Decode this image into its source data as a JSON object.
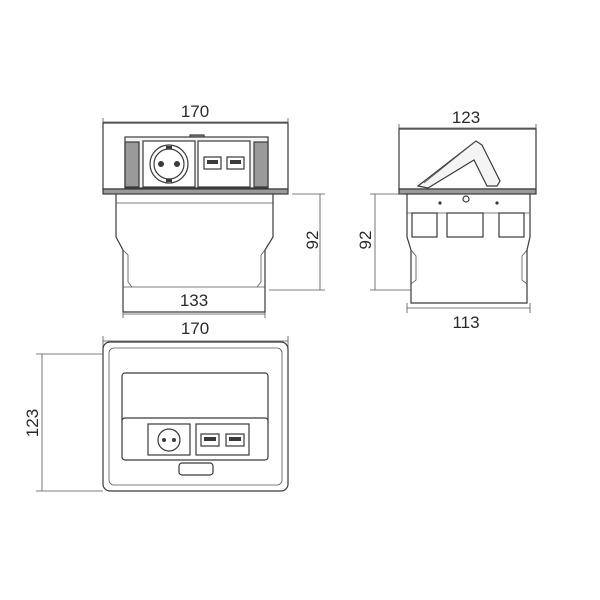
{
  "dimensions": {
    "front_top_width": "170",
    "front_height": "92",
    "front_bottom_width": "133",
    "side_top_width": "123",
    "side_height": "92",
    "side_bottom_width": "113",
    "plan_width": "170",
    "plan_depth": "123"
  },
  "icons": [
    "schuko-socket-icon",
    "usb-port-icon",
    "usb-port-icon"
  ]
}
